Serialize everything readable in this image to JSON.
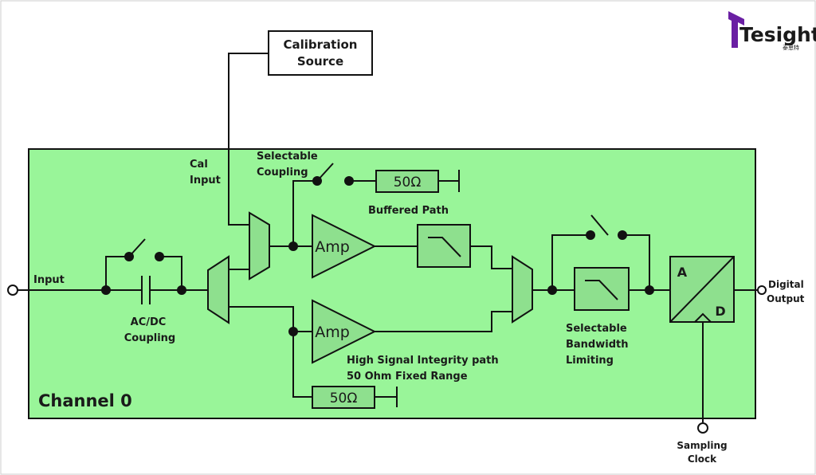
{
  "brand": {
    "logo_text": "Tesight",
    "logo_subtext": "泰思特",
    "accent_color": "#6a1fa3"
  },
  "colors": {
    "panel_fill": "#99f599",
    "component_fill": "#8ee08e",
    "stroke": "#111111"
  },
  "diagram": {
    "calibration_source": [
      "Calibration",
      "Source"
    ],
    "channel_label": "Channel 0",
    "input_label": "Input",
    "ac_dc_label": [
      "AC/DC",
      "Coupling"
    ],
    "cal_input_label": [
      "Cal",
      "Input"
    ],
    "selectable_coupling_label": [
      "Selectable",
      "Coupling"
    ],
    "buffered_path_label": "Buffered Path",
    "amp_label": "Amp",
    "resistor_label": "50Ω",
    "high_integrity_label": [
      "High Signal Integrity path",
      "50 Ohm Fixed Range"
    ],
    "bandwidth_label": [
      "Selectable",
      "Bandwidth",
      "Limiting"
    ],
    "adc_a": "A",
    "adc_d": "D",
    "digital_output_label": [
      "Digital",
      "Output"
    ],
    "sampling_clock_label": [
      "Sampling",
      "Clock"
    ]
  }
}
